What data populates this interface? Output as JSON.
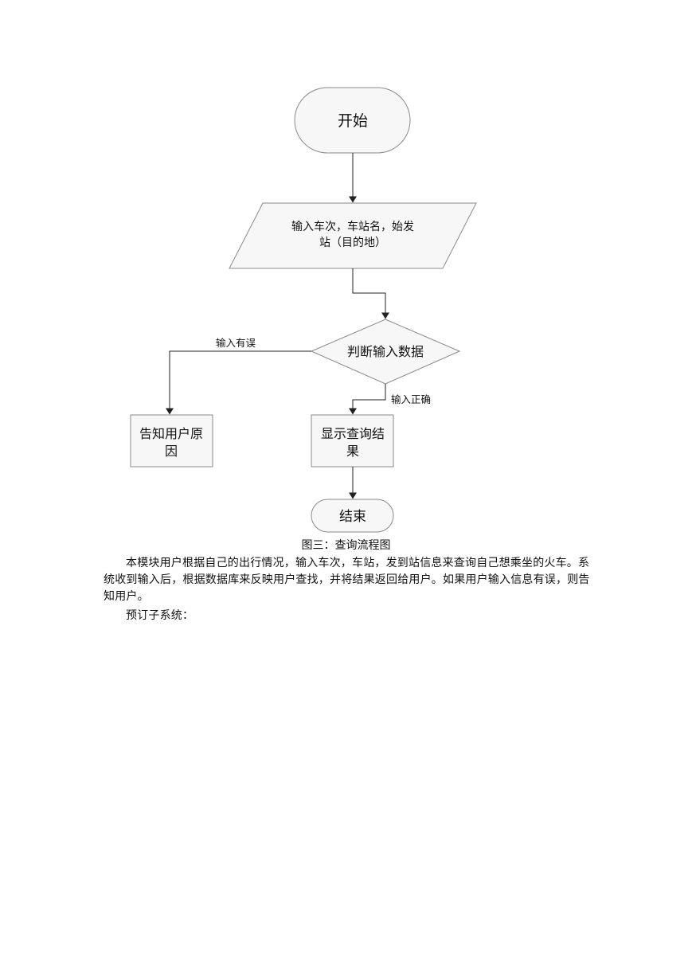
{
  "flowchart": {
    "nodes": {
      "start": {
        "label": "开始"
      },
      "input": {
        "label_line1": "输入车次，车站名，始发",
        "label_line2": "站（目的地）"
      },
      "decision": {
        "label": "判断输入数据"
      },
      "error_notice": {
        "label_line1": "告知用户原",
        "label_line2": "因"
      },
      "show_result": {
        "label_line1": "显示查询结",
        "label_line2": "果"
      },
      "end": {
        "label": "结束"
      }
    },
    "edges": {
      "error_label": "输入有误",
      "correct_label": "输入正确"
    },
    "colors": {
      "node_fill": "#f7f7f7",
      "stroke": "#8a8a8a",
      "arrow": "#222222"
    }
  },
  "document": {
    "caption": "图三：查询流程图",
    "paragraph_1": "本模块用户根据自己的出行情况，输入车次，车站，发到站信息来查询自己想乘坐的火车。系统收到输入后，根据数据库来反映用户查找，并将结果返回给用户。如果用户输入信息有误，则告知用户。",
    "paragraph_2": "预订子系统："
  }
}
